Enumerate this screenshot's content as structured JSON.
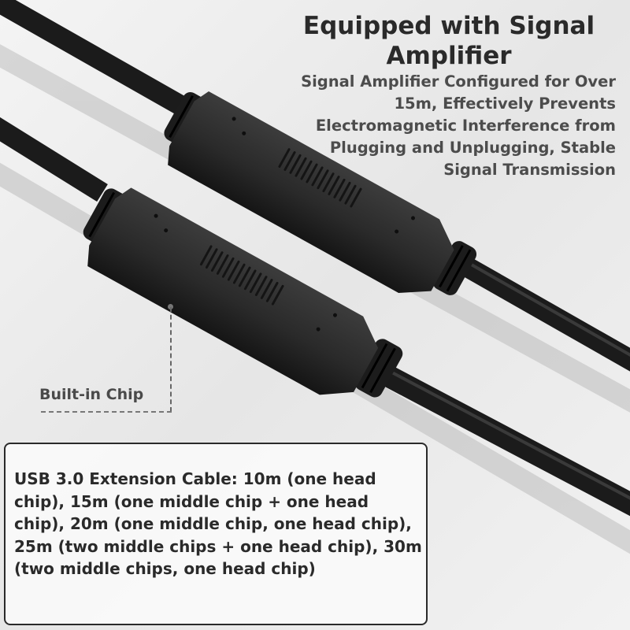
{
  "headline": {
    "title": "Equipped with Signal Amplifier",
    "subtitle": "Signal Amplifier Configured for Over 15m, Effectively Prevents Electromagnetic Interference from Plugging and Unplugging, Stable Signal Transmission"
  },
  "callout": {
    "label": "Built-in Chip"
  },
  "spec_box": {
    "text": "USB 3.0 Extension Cable: 10m (one head chip), 15m (one middle chip + one head chip), 20m (one middle chip, one head chip), 25m (two middle chips + one head chip), 30m (two middle chips, one head chip)"
  },
  "colors": {
    "background": "#ededed",
    "cable": "#1b1b1b",
    "amplifier_body": "#2e2e2e",
    "heading_text": "#2a2a2a",
    "body_text": "#4c4c4c"
  }
}
